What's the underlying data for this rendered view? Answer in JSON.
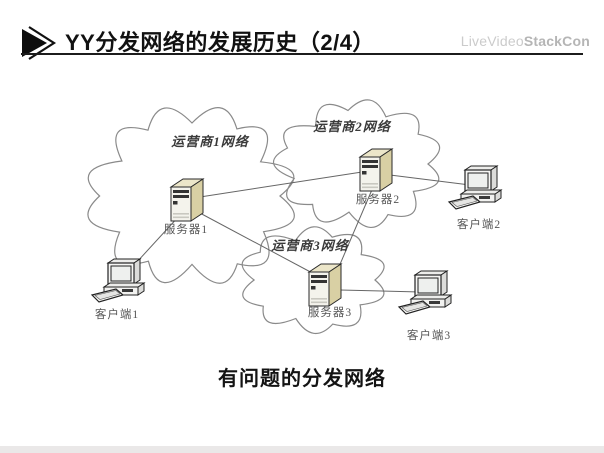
{
  "header": {
    "title": "YY分发网络的发展历史（2/4）",
    "watermark": {
      "part1": "LiveVideo",
      "part2": "StackCon"
    }
  },
  "diagram": {
    "clouds": [
      {
        "label": "运营商1网络"
      },
      {
        "label": "运营商2网络"
      },
      {
        "label": "运营商3网络"
      }
    ],
    "servers": [
      {
        "label": "服务器1"
      },
      {
        "label": "服务器2"
      },
      {
        "label": "服务器3"
      }
    ],
    "clients": [
      {
        "label": "客户端1"
      },
      {
        "label": "客户端2"
      },
      {
        "label": "客户端3"
      }
    ],
    "connections": [
      "服务器1-服务器2",
      "服务器1-服务器3",
      "服务器2-服务器3",
      "服务器1-客户端1",
      "服务器2-客户端2",
      "服务器3-客户端3"
    ]
  },
  "caption": "有问题的分发网络",
  "colors": {
    "title_text": "#111111",
    "divider": "#1c1c1c",
    "watermark_light": "#cbcbcb",
    "watermark_dark": "#b5b5b5",
    "cloud_outline": "#8a8a8a",
    "connection_line": "#666666",
    "server_side": "#d9d0a4",
    "server_top": "#ece6c9",
    "server_front": "#f4f3ec",
    "label_text": "#555555"
  }
}
